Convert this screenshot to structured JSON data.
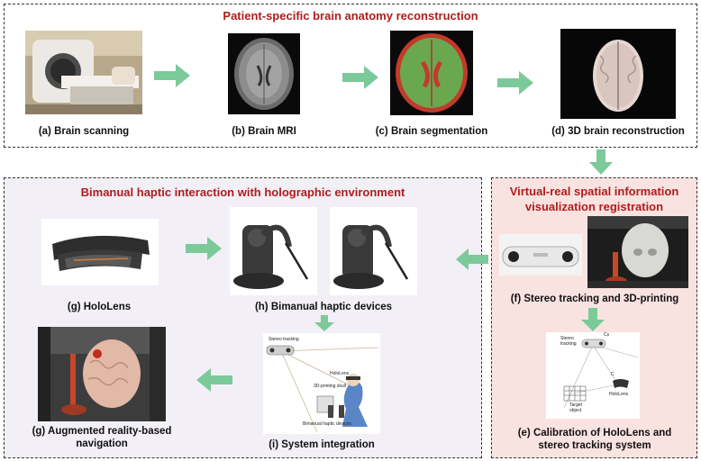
{
  "top_panel": {
    "title": "Patient-specific brain anatomy reconstruction",
    "captions": {
      "a": "(a) Brain scanning",
      "b": "(b) Brain MRI",
      "c": "(c) Brain segmentation",
      "d": "(d) 3D brain reconstruction"
    }
  },
  "left_panel": {
    "title": "Bimanual haptic interaction with holographic environment",
    "captions": {
      "g1": "(g) HoloLens",
      "h": "(h) Bimanual haptic devices",
      "g2_line1": "(g) Augmented reality-based",
      "g2_line2": "navigation",
      "i": "(i) System integration"
    },
    "integration_labels": {
      "stereo": "Stereo tracking",
      "hololens": "HoloLens",
      "printing": "3D-printing skull",
      "haptic": "Bimanual haptic devices"
    }
  },
  "right_panel": {
    "title_line1": "Virtual-real spatial information",
    "title_line2": "visualization registration",
    "captions": {
      "f": "(f) Stereo tracking and 3D-printing",
      "e_line1": "(e) Calibration of HoloLens and",
      "e_line2": "stereo tracking system"
    },
    "calib_labels": {
      "stereo1": "Stereo",
      "stereo2": "tracking",
      "cs": "Cs",
      "c": "C",
      "hololens": "HoloLens",
      "target1": "Target",
      "target2": "object"
    }
  },
  "colors": {
    "title_red": "#b01c1c",
    "arrow_green": "#7cc99a",
    "left_bg": "#f2eff6",
    "right_bg": "#f9e3e1"
  }
}
